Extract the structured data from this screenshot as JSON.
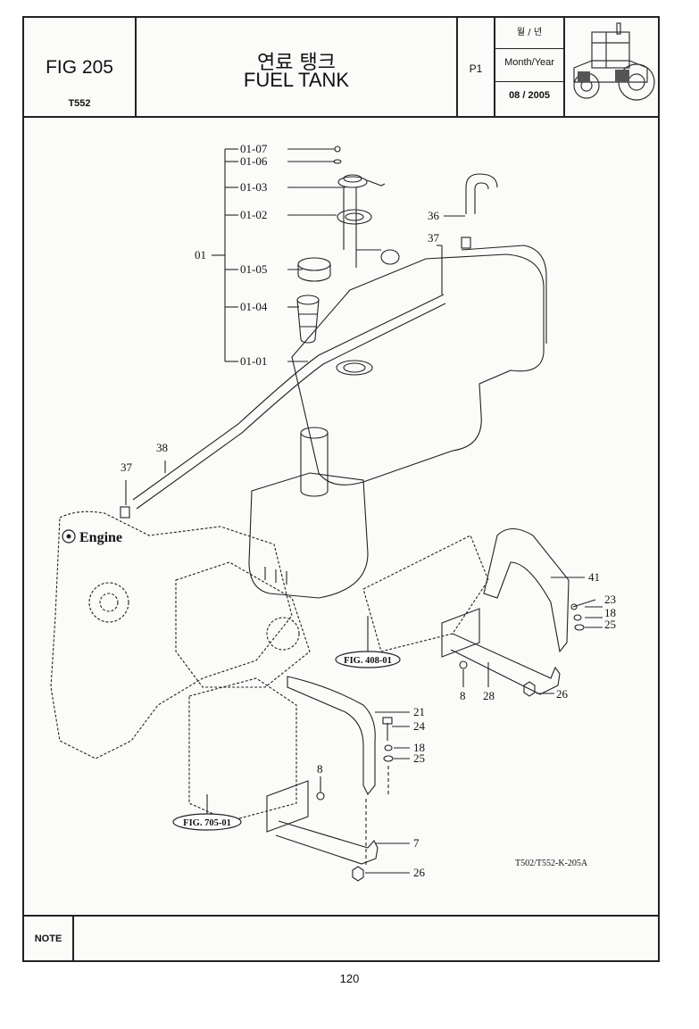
{
  "header": {
    "figure_id": "FIG 205",
    "model": "T552",
    "title_korean": "연료 탱크",
    "title_english": "FUEL TANK",
    "page_label": "P1",
    "date_header_korean": "월 / 년",
    "date_header_english": "Month/Year",
    "date_value": "08 / 2005"
  },
  "callouts": {
    "c01_07": "01-07",
    "c01_06": "01-06",
    "c01_03": "01-03",
    "c01_02": "01-02",
    "c01": "01",
    "c01_05": "01-05",
    "c01_04": "01-04",
    "c01_01": "01-01",
    "c36": "36",
    "c37a": "37",
    "c38": "38",
    "c37b": "37",
    "c41": "41",
    "c23": "23",
    "c18a": "18",
    "c25a": "25",
    "c8a": "8",
    "c28": "28",
    "c26a": "26",
    "c21": "21",
    "c24": "24",
    "c18b": "18",
    "c25b": "25",
    "c8b": "8",
    "c7": "7",
    "c26b": "26"
  },
  "labels": {
    "engine": "Engine",
    "fig_408": "FIG. 408-01",
    "fig_705": "FIG. 705-01",
    "drawing_code": "T502/T552-K-205A"
  },
  "note_label": "NOTE",
  "page_number": "120"
}
